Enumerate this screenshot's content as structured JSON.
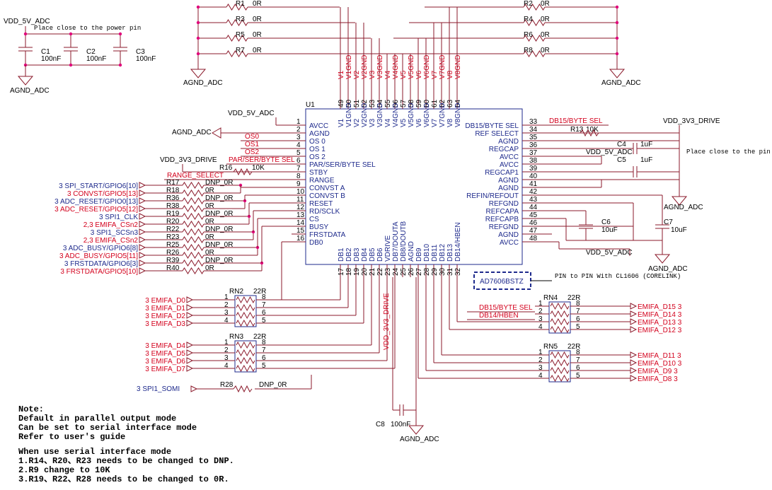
{
  "top_left": {
    "supply": "VDD_5V_ADC",
    "place_note": "Place close to the power pin",
    "caps": [
      {
        "ref": "C1",
        "value": "100nF"
      },
      {
        "ref": "C2",
        "value": "100nF"
      },
      {
        "ref": "C3",
        "value": "100nF"
      }
    ],
    "ground": "AGND_ADC"
  },
  "top_resistors_left": [
    {
      "ref": "R1",
      "value": "0R"
    },
    {
      "ref": "R3",
      "value": "0R"
    },
    {
      "ref": "R5",
      "value": "0R"
    },
    {
      "ref": "R7",
      "value": "0R"
    }
  ],
  "top_resistors_right": [
    {
      "ref": "R2",
      "value": "0R"
    },
    {
      "ref": "R4",
      "value": "0R"
    },
    {
      "ref": "R6",
      "value": "0R"
    },
    {
      "ref": "R8",
      "value": "0R"
    }
  ],
  "top_grounds": [
    "AGND_ADC",
    "AGND_ADC"
  ],
  "chip": {
    "ref": "U1",
    "part": "AD7606BSTZ",
    "top_pins": [
      {
        "num": "49",
        "name": "V1"
      },
      {
        "num": "50",
        "name": "V1GND"
      },
      {
        "num": "51",
        "name": "V2"
      },
      {
        "num": "52",
        "name": "V2GND"
      },
      {
        "num": "53",
        "name": "V3"
      },
      {
        "num": "54",
        "name": "V3GND"
      },
      {
        "num": "55",
        "name": "V4"
      },
      {
        "num": "56",
        "name": "V4GND"
      },
      {
        "num": "57",
        "name": "V5"
      },
      {
        "num": "58",
        "name": "V5GND"
      },
      {
        "num": "59",
        "name": "V6"
      },
      {
        "num": "60",
        "name": "V6GND"
      },
      {
        "num": "61",
        "name": "V7"
      },
      {
        "num": "62",
        "name": "V7GND"
      },
      {
        "num": "63",
        "name": "V8"
      },
      {
        "num": "64",
        "name": "V8GND"
      }
    ],
    "left_pins": [
      {
        "num": "1",
        "name": "AVCC"
      },
      {
        "num": "2",
        "name": "AGND"
      },
      {
        "num": "3",
        "name": "OS 0"
      },
      {
        "num": "4",
        "name": "OS 1"
      },
      {
        "num": "5",
        "name": "OS 2"
      },
      {
        "num": "6",
        "name": "PAR/SER/BYTE SEL"
      },
      {
        "num": "7",
        "name": "STBY"
      },
      {
        "num": "8",
        "name": "RANGE"
      },
      {
        "num": "9",
        "name": "CONVST A"
      },
      {
        "num": "10",
        "name": "CONVST B"
      },
      {
        "num": "11",
        "name": "RESET"
      },
      {
        "num": "12",
        "name": "RD/SCLK"
      },
      {
        "num": "13",
        "name": "CS"
      },
      {
        "num": "14",
        "name": "BUSY"
      },
      {
        "num": "15",
        "name": "FRSTDATA"
      },
      {
        "num": "16",
        "name": "DB0"
      }
    ],
    "right_pins": [
      {
        "num": "33",
        "name": "DB15/BYTE SEL"
      },
      {
        "num": "34",
        "name": "REF SELECT"
      },
      {
        "num": "35",
        "name": "AGND"
      },
      {
        "num": "36",
        "name": "REGCAP"
      },
      {
        "num": "37",
        "name": "AVCC"
      },
      {
        "num": "38",
        "name": "AVCC"
      },
      {
        "num": "39",
        "name": "REGCAP1"
      },
      {
        "num": "40",
        "name": "AGND"
      },
      {
        "num": "41",
        "name": "AGND"
      },
      {
        "num": "42",
        "name": "REFIN/REFOUT"
      },
      {
        "num": "43",
        "name": "REFGND"
      },
      {
        "num": "44",
        "name": "REFCAPA"
      },
      {
        "num": "45",
        "name": "REFCAPB"
      },
      {
        "num": "46",
        "name": "REFGND"
      },
      {
        "num": "47",
        "name": "AGND"
      },
      {
        "num": "48",
        "name": "AVCC"
      }
    ],
    "bottom_pins": [
      {
        "num": "17",
        "name": "DB1"
      },
      {
        "num": "18",
        "name": "DB2"
      },
      {
        "num": "19",
        "name": "DB3"
      },
      {
        "num": "20",
        "name": "DB4"
      },
      {
        "num": "21",
        "name": "DB5"
      },
      {
        "num": "22",
        "name": "DB6"
      },
      {
        "num": "23",
        "name": "VDRIVE"
      },
      {
        "num": "24",
        "name": "DB7/DOUTA"
      },
      {
        "num": "25",
        "name": "DB8/DOUTB"
      },
      {
        "num": "26",
        "name": "AGND"
      },
      {
        "num": "27",
        "name": "DB9"
      },
      {
        "num": "28",
        "name": "DB10"
      },
      {
        "num": "29",
        "name": "DB11"
      },
      {
        "num": "30",
        "name": "DB12"
      },
      {
        "num": "31",
        "name": "DB13"
      },
      {
        "num": "32",
        "name": "DB14/HBEN"
      }
    ]
  },
  "left_nets": {
    "vdd5": "VDD_5V_ADC",
    "agnd": "AGND_ADC",
    "os0": "OS0",
    "os1": "OS1",
    "os2": "OS2",
    "parser": "PAR/SER/BYTE SEL",
    "r16": {
      "ref": "R16",
      "value": "10K"
    },
    "vdd33": "VDD_3V3_DRIVE",
    "range": "RANGE_SELECT"
  },
  "left_resistors": [
    {
      "ref": "R17",
      "value": "DNP_0R",
      "signal": "3  SPI_START/GPIO6[10]",
      "color": "blue"
    },
    {
      "ref": "R18",
      "value": "0R",
      "signal": "3  CONVST/GPIO5[13]",
      "color": "red"
    },
    {
      "ref": "R36",
      "value": "DNP_0R",
      "signal": "3  ADC_RESET/GPIO0[13]",
      "color": "blue"
    },
    {
      "ref": "R38",
      "value": "0R",
      "signal": "3  ADC_RESET/GPIO5[12]",
      "color": "red"
    },
    {
      "ref": "R19",
      "value": "DNP_0R",
      "signal": "3  SPI1_CLK",
      "color": "blue"
    },
    {
      "ref": "R20",
      "value": "0R",
      "signal": "2,3  EMIFA_CSn2",
      "color": "red"
    },
    {
      "ref": "R22",
      "value": "DNP_0R",
      "signal": "3  SPI1_SCSn3",
      "color": "blue"
    },
    {
      "ref": "R23",
      "value": "0R",
      "signal": "2,3  EMIFA_CSn2",
      "color": "red"
    },
    {
      "ref": "R25",
      "value": "DNP_0R",
      "signal": "3  ADC_BUSY/GPIO6[8]",
      "color": "blue"
    },
    {
      "ref": "R26",
      "value": "0R",
      "signal": "3  ADC_BUSY/GPIO5[11]",
      "color": "red"
    },
    {
      "ref": "R39",
      "value": "DNP_0R",
      "signal": "3  FRSTDATA/GPIO6[3]",
      "color": "blue"
    },
    {
      "ref": "R40",
      "value": "0R",
      "signal": "3  FRSTDATA/GPIO5[10]",
      "color": "red"
    }
  ],
  "right_nets": {
    "db15": "DB15/BYTE SEL",
    "r13": {
      "ref": "R13",
      "value": "10K"
    },
    "vdd33": "VDD_3V3_DRIVE",
    "c4": {
      "ref": "C4",
      "value": "1uF"
    },
    "c5": {
      "ref": "C5",
      "value": "1uF"
    },
    "vdd5a": "VDD_5V_ADC",
    "place_note": "Place close to the pin",
    "agnd_a": "AGND_ADC",
    "c6": {
      "ref": "C6",
      "value": "10uF"
    },
    "c7": {
      "ref": "C7",
      "value": "10uF"
    },
    "vdd5b": "VDD_5V_ADC",
    "agnd_b": "AGND_ADC"
  },
  "pin_note": "PIN to PIN With CL1606 (CORELINK)",
  "rn_left": [
    {
      "ref": "RN2",
      "value": "22R",
      "signals": [
        "3  EMIFA_D0",
        "3  EMIFA_D1",
        "3  EMIFA_D2",
        "3  EMIFA_D3"
      ]
    },
    {
      "ref": "RN3",
      "value": "22R",
      "signals": [
        "3  EMIFA_D4",
        "3  EMIFA_D5",
        "3  EMIFA_D6",
        "3  EMIFA_D7"
      ]
    }
  ],
  "rn_right": [
    {
      "ref": "RN4",
      "value": "22R",
      "signals": [
        "EMIFA_D15  3",
        "EMIFA_D14  3",
        "EMIFA_D13  3",
        "EMIFA_D12  3"
      ]
    },
    {
      "ref": "RN5",
      "value": "22R",
      "signals": [
        "EMIFA_D11  3",
        "EMIFA_D10  3",
        "EMIFA_D9  3",
        "EMIFA_D8  3"
      ]
    }
  ],
  "rn_pins_left": [
    "1",
    "2",
    "3",
    "4"
  ],
  "rn_pins_right": [
    "8",
    "7",
    "6",
    "5"
  ],
  "rn4_inputs": [
    "DB15/BYTE SEL",
    "DB14/HBEN"
  ],
  "r28": {
    "ref": "R28",
    "value": "DNP_0R",
    "signal": "3  SPI1_SOMI"
  },
  "vdrive_net": "VDD_3V3_DRIVE",
  "c8": {
    "ref": "C8",
    "value": "100nF"
  },
  "bottom_ground": "AGND_ADC",
  "notes": [
    "Note:",
    "Default in parallel output mode",
    "Can be set to serial interface mode",
    "Refer to user's guide",
    "When use serial interface mode",
    "1.R14、R20、R23 needs to be changed to DNP.",
    "2.R9 change to 10K",
    "3.R19、R22、R28 needs to be changed to 0R."
  ]
}
